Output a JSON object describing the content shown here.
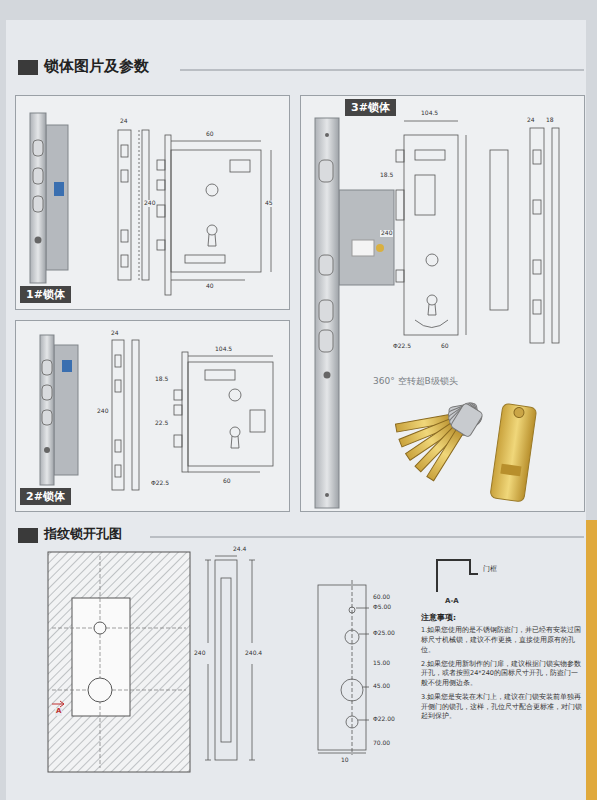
{
  "diagram": {
    "title": "锁体图片及参数",
    "nodes": [
      {
        "text": [
          "1#锁体"
        ]
      },
      {
        "text": [
          "2#锁体"
        ]
      },
      {
        "text": [
          "3#锁体",
          "360° 空转超B级锁头"
        ]
      },
      {
        "text": [
          "指纹锁开孔图"
        ]
      }
    ],
    "labels": [
      "24",
      "60",
      "240",
      "45",
      "40",
      "24",
      "104.5",
      "18.5",
      "22.5",
      "240",
      "Φ22.5",
      "60",
      "104.5",
      "24",
      "18",
      "18.5",
      "240",
      "Φ22.5",
      "60",
      "A",
      "24.4",
      "240",
      "240.4",
      "Φ5.00",
      "60.00",
      "Φ25.00",
      "15.00",
      "45.00",
      "Φ22.00",
      "70.00",
      "10",
      "A-A",
      "门框",
      "注意事项:",
      "1.如果您使用的是不锈钢防盗门，并已经有安装过国标尺寸机械锁，建议不作更换，直接使用原有的孔位。",
      "2.如果您使用新制作的门扉，建议根据门锁实物参数开孔，或者按照24*240的国标尺寸开孔，防盗门一般不使用侧边条。",
      "3.如果您是安装在木门上，建议在门锁安装前单独再开侧门的锁孔，这样，孔位尺寸配合更标准，对门锁起到保护。"
    ]
  }
}
